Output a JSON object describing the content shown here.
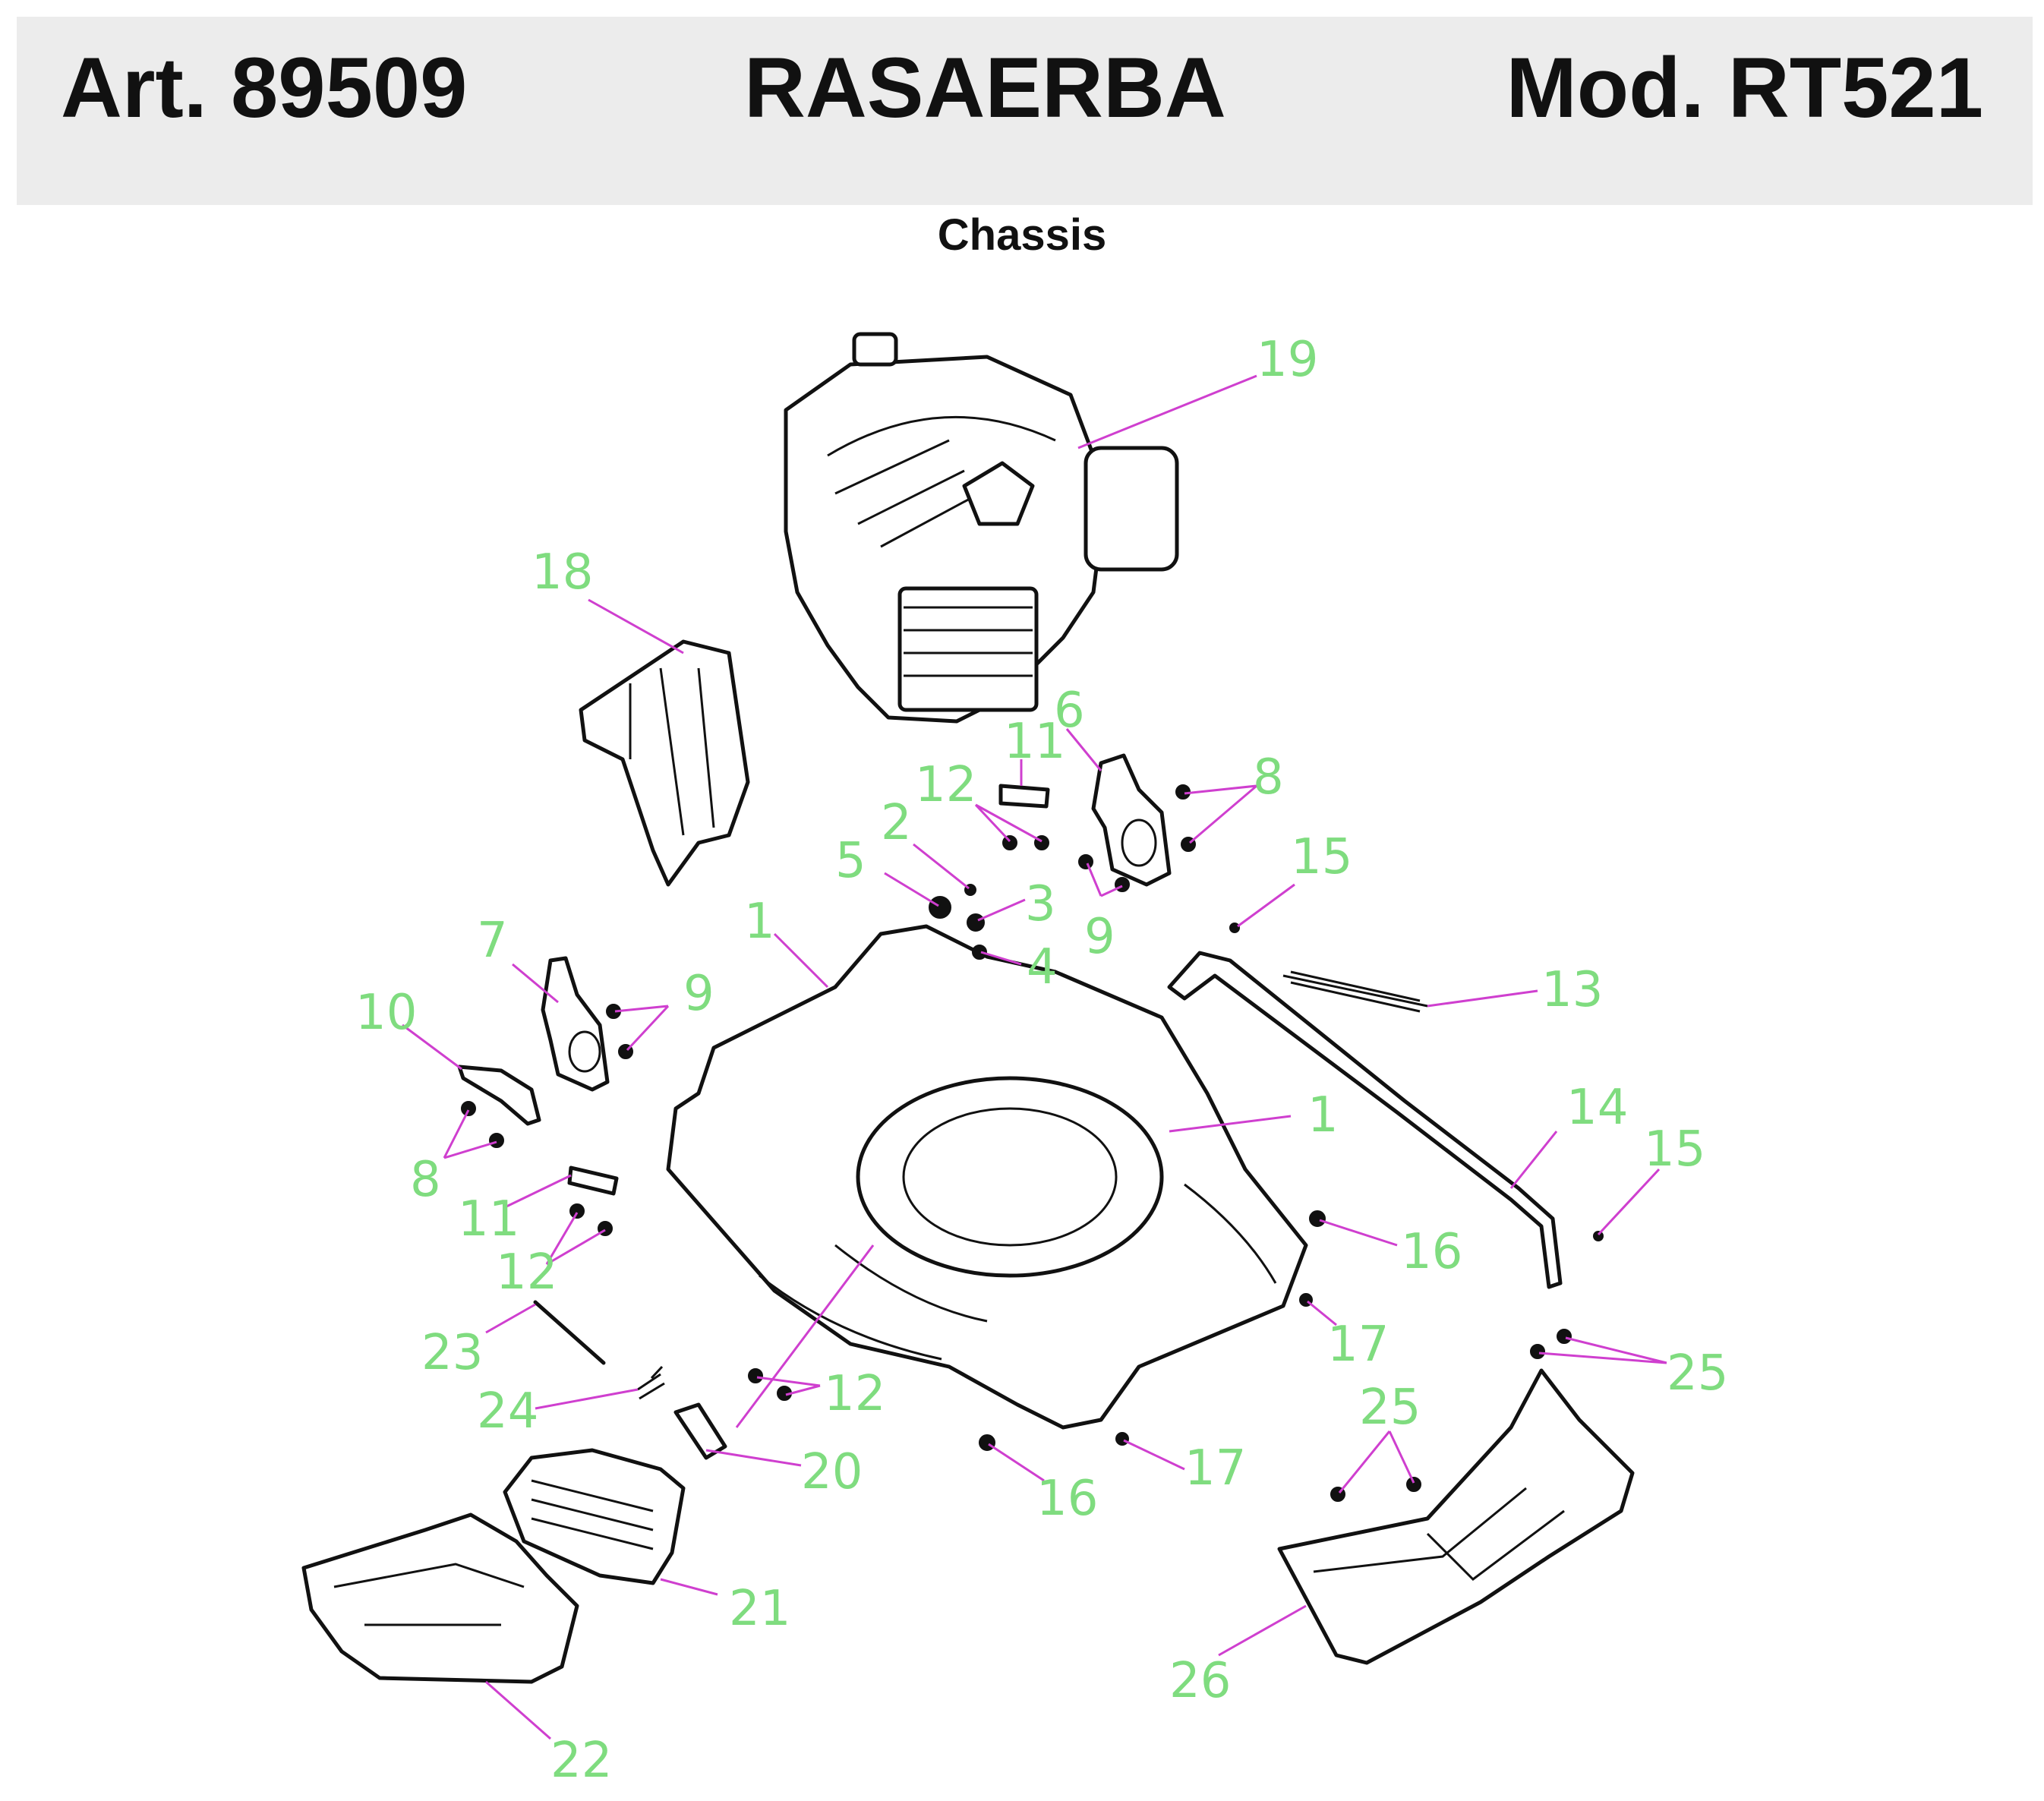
{
  "header": {
    "article": "Art. 89509",
    "title": "RASAERBA",
    "model": "Mod. RT521"
  },
  "subtitle": "Chassis",
  "callouts": {
    "n1a": "1",
    "n1b": "1",
    "n2": "2",
    "n3": "3",
    "n4": "4",
    "n5": "5",
    "n6": "6",
    "n7": "7",
    "n8a": "8",
    "n8b": "8",
    "n9a": "9",
    "n9b": "9",
    "n10": "10",
    "n11a": "11",
    "n11b": "11",
    "n12a": "12",
    "n12b": "12",
    "n12c": "12",
    "n13": "13",
    "n14": "14",
    "n15a": "15",
    "n15b": "15",
    "n16a": "16",
    "n16b": "16",
    "n17a": "17",
    "n17b": "17",
    "n18": "18",
    "n19": "19",
    "n20": "20",
    "n21": "21",
    "n22": "22",
    "n23": "23",
    "n24": "24",
    "n25a": "25",
    "n25b": "25",
    "n26": "26"
  },
  "colors": {
    "label": "#7fdc7f",
    "leader": "#cf3fcf",
    "header_bg": "#ececec",
    "outline": "#111111"
  }
}
